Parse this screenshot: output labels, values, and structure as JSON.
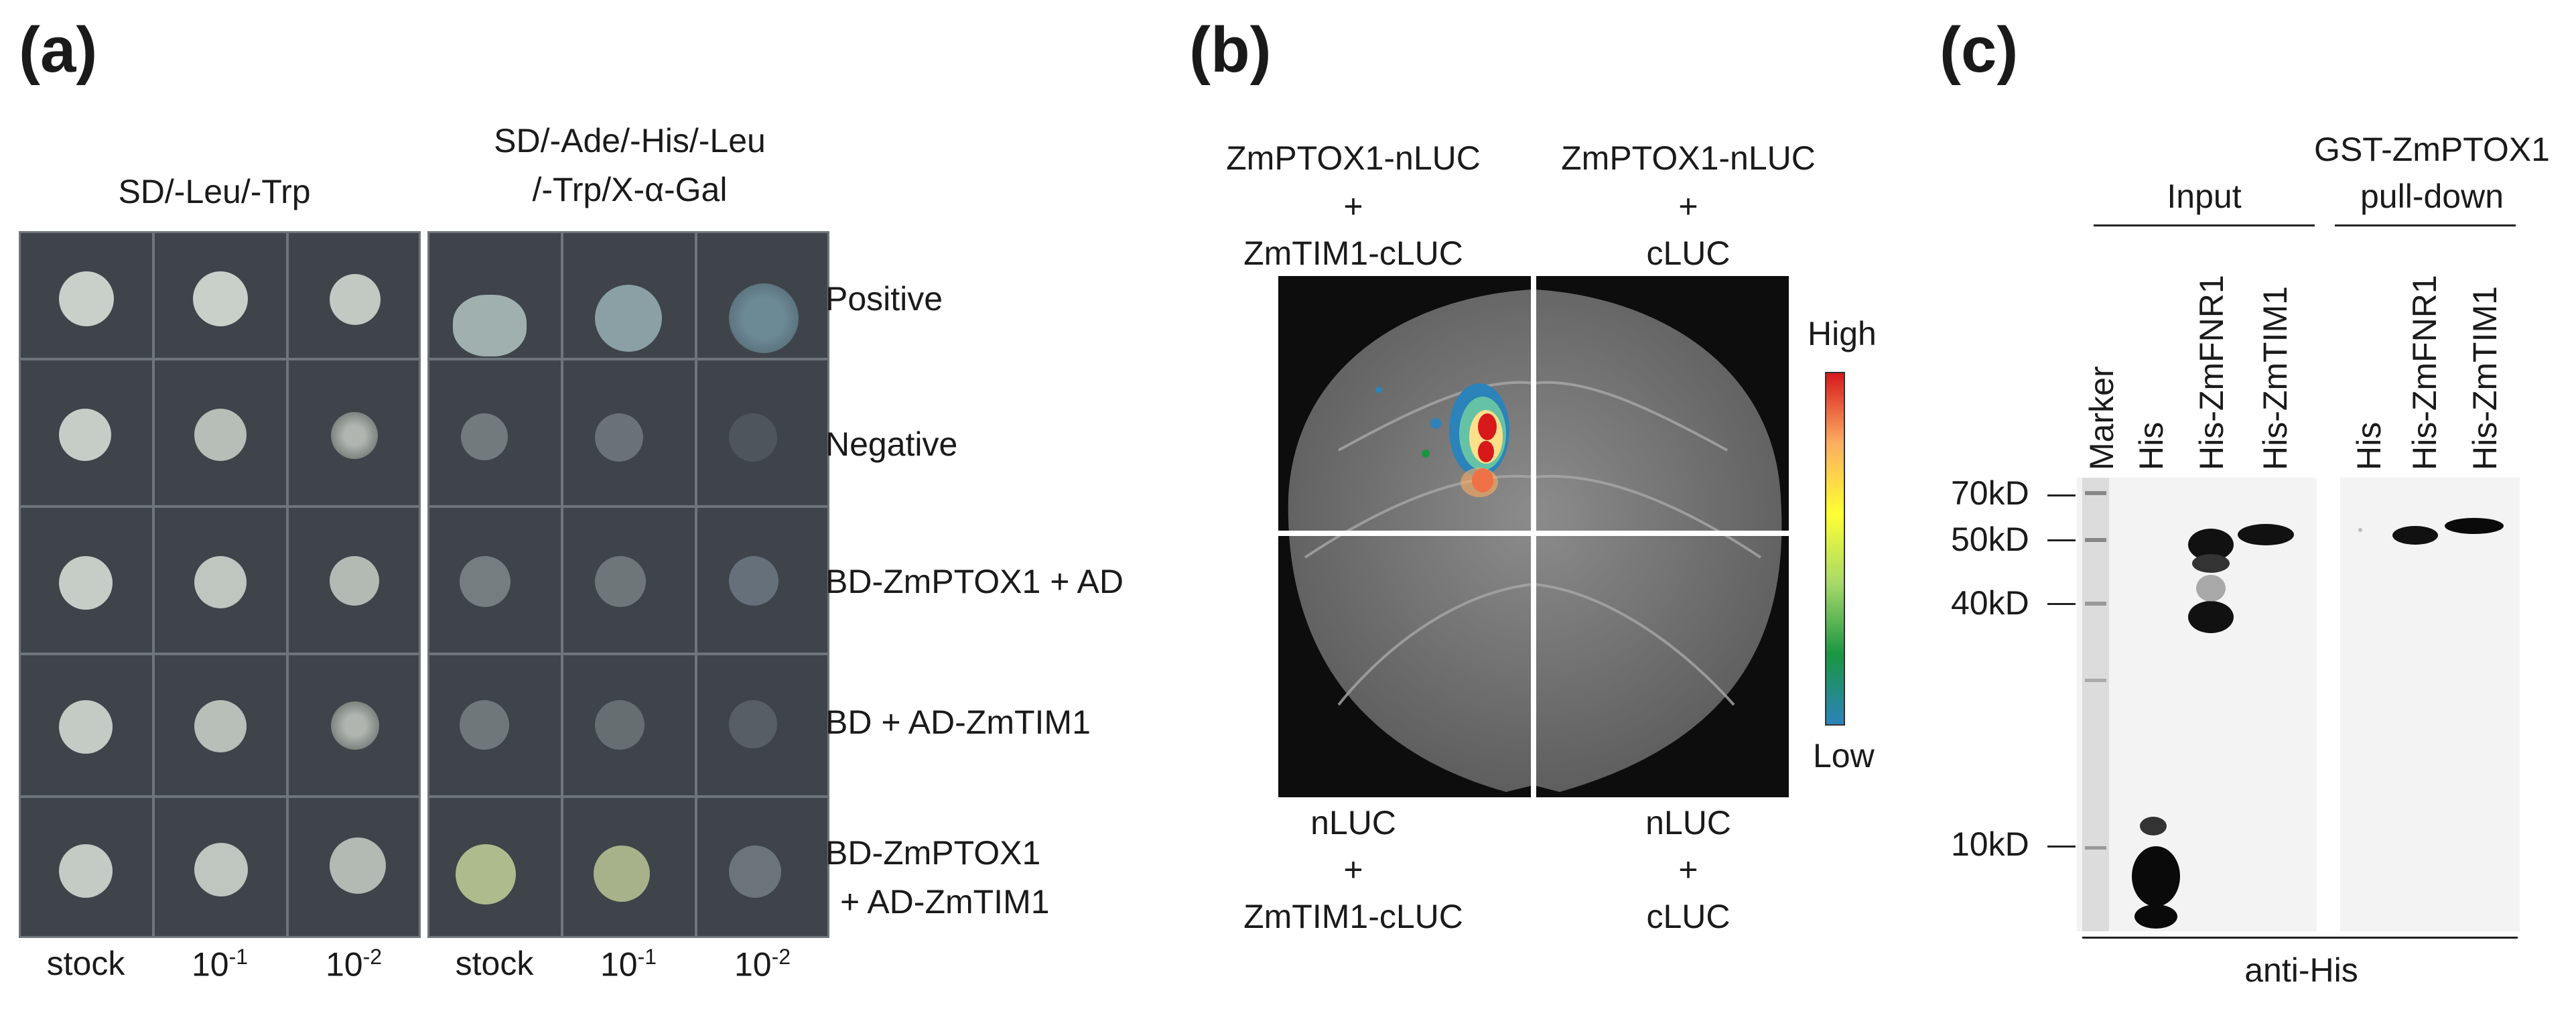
{
  "panel_a": {
    "label": "(a)",
    "plate1_title": "SD/-Leu/-Trp",
    "plate2_title_line1": "SD/-Ade/-His/-Leu",
    "plate2_title_line2": "/-Trp/X-α-Gal",
    "rows": [
      {
        "label": "Positive"
      },
      {
        "label": "Negative"
      },
      {
        "label": "BD-ZmPTOX1 + AD"
      },
      {
        "label": "BD + AD-ZmTIM1"
      },
      {
        "label_line1": "BD-ZmPTOX1",
        "label_line2": "+ AD-ZmTIM1"
      }
    ],
    "dilutions": {
      "stock": "stock",
      "d1_base": "10",
      "d1_exp": "-1",
      "d2_base": "10",
      "d2_exp": "-2"
    }
  },
  "panel_b": {
    "label": "(b)",
    "top_left": {
      "line1": "ZmPTOX1-nLUC",
      "line2": "+",
      "line3": "ZmTIM1-cLUC"
    },
    "top_right": {
      "line1": "ZmPTOX1-nLUC",
      "line2": "+",
      "line3": "cLUC"
    },
    "bottom_left": {
      "line1": "nLUC",
      "line2": "+",
      "line3": "ZmTIM1-cLUC"
    },
    "bottom_right": {
      "line1": "nLUC",
      "line2": "+",
      "line3": "cLUC"
    },
    "scale_high": "High",
    "scale_low": "Low",
    "scale_colors": [
      "#d7191c",
      "#fdae61",
      "#ffff33",
      "#a6d96a",
      "#1a9641",
      "#2b83ba"
    ]
  },
  "panel_c": {
    "label": "(c)",
    "input_header": "Input",
    "pulldown_header_line1": "GST-ZmPTOX1",
    "pulldown_header_line2": "pull-down",
    "lanes_input": [
      "Marker",
      "His",
      "His-ZmFNR1",
      "His-ZmTIM1"
    ],
    "lanes_pulldown": [
      "His",
      "His-ZmFNR1",
      "His-ZmTIM1"
    ],
    "markers": [
      "70kD",
      "50kD",
      "40kD",
      "10kD"
    ],
    "antibody": "anti-His"
  }
}
